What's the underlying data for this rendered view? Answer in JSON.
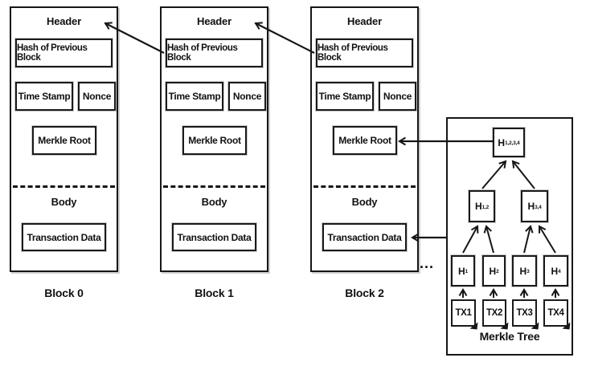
{
  "blocks": [
    {
      "caption": "Block 0",
      "header_label": "Header",
      "hash_label": "Hash of Previous Block",
      "timestamp_label": "Time Stamp",
      "nonce_label": "Nonce",
      "merkle_root_label": "Merkle Root",
      "body_label": "Body",
      "transaction_label": "Transaction Data"
    },
    {
      "caption": "Block 1",
      "header_label": "Header",
      "hash_label": "Hash of Previous Block",
      "timestamp_label": "Time Stamp",
      "nonce_label": "Nonce",
      "merkle_root_label": "Merkle Root",
      "body_label": "Body",
      "transaction_label": "Transaction Data"
    },
    {
      "caption": "Block 2",
      "header_label": "Header",
      "hash_label": "Hash of Previous Block",
      "timestamp_label": "Time Stamp",
      "nonce_label": "Nonce",
      "merkle_root_label": "Merkle Root",
      "body_label": "Body",
      "transaction_label": "Transaction Data"
    }
  ],
  "ellipsis": "...",
  "merkle_tree": {
    "panel_label": "Merkle Tree",
    "root": {
      "main": "H",
      "sub": "1,2,3,4"
    },
    "level2": [
      {
        "main": "H",
        "sub": "1,2"
      },
      {
        "main": "H",
        "sub": "3,4"
      }
    ],
    "leaves": [
      {
        "main": "H",
        "sub": "1"
      },
      {
        "main": "H",
        "sub": "2"
      },
      {
        "main": "H",
        "sub": "3"
      },
      {
        "main": "H",
        "sub": "4"
      }
    ],
    "transactions": [
      "TX1",
      "TX2",
      "TX3",
      "TX4"
    ]
  },
  "colors": {
    "ink": "#161616",
    "background": "#ffffff"
  }
}
